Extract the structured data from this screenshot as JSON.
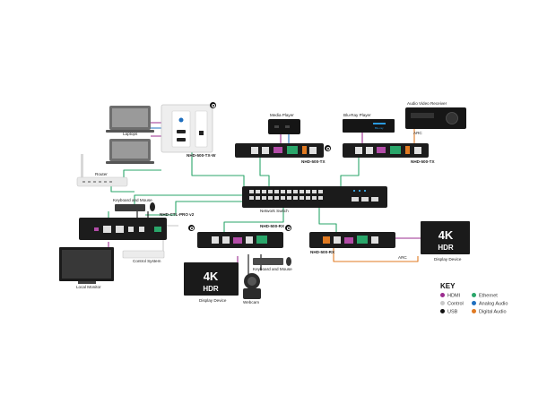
{
  "labels": {
    "wallplate": "NHD-500-TX-W",
    "tx1": "NHD-500-TX",
    "tx2": "NHD-500-TX",
    "media_player": "Media Player",
    "bluray": "Blu-Ray Player",
    "avr": "Audio Video Receiver",
    "laptops": "Laptops",
    "router": "Router",
    "keyboard_mouse_top": "Keyboard and Mouse",
    "ctl": "NHD-CTL-PRO v2",
    "switch": "Network Switch",
    "rx1": "NHD-500-RX",
    "rx2": "NHD-500-RX",
    "control_system": "Control System",
    "local_monitor": "Local Monitor",
    "keyboard_mouse_bottom": "Keyboard and Mouse",
    "display_left": "Display Device",
    "display_right": "Display Device",
    "webcam": "Webcam",
    "arc_top": "ARC",
    "arc_bottom": "ARC",
    "tv_4k": "4K",
    "tv_hdr": "HDR",
    "tv2_4k": "4K",
    "tv2_hdr": "HDR"
  },
  "key": {
    "title": "KEY",
    "items": [
      {
        "label": "HDMI",
        "color": "#9b2c8f"
      },
      {
        "label": "Ethernet",
        "color": "#2aa66a"
      },
      {
        "label": "Control",
        "color": "#c9c9c9"
      },
      {
        "label": "Analog Audio",
        "color": "#1f6fbf"
      },
      {
        "label": "USB",
        "color": "#111111"
      },
      {
        "label": "Digital Audio",
        "color": "#e07a22"
      }
    ]
  },
  "colors": {
    "hdmi": "#9b2c8f",
    "ethernet": "#2aa66a",
    "control": "#c9c9c9",
    "analog_audio": "#1f6fbf",
    "usb": "#111111",
    "digital_audio": "#e07a22"
  }
}
